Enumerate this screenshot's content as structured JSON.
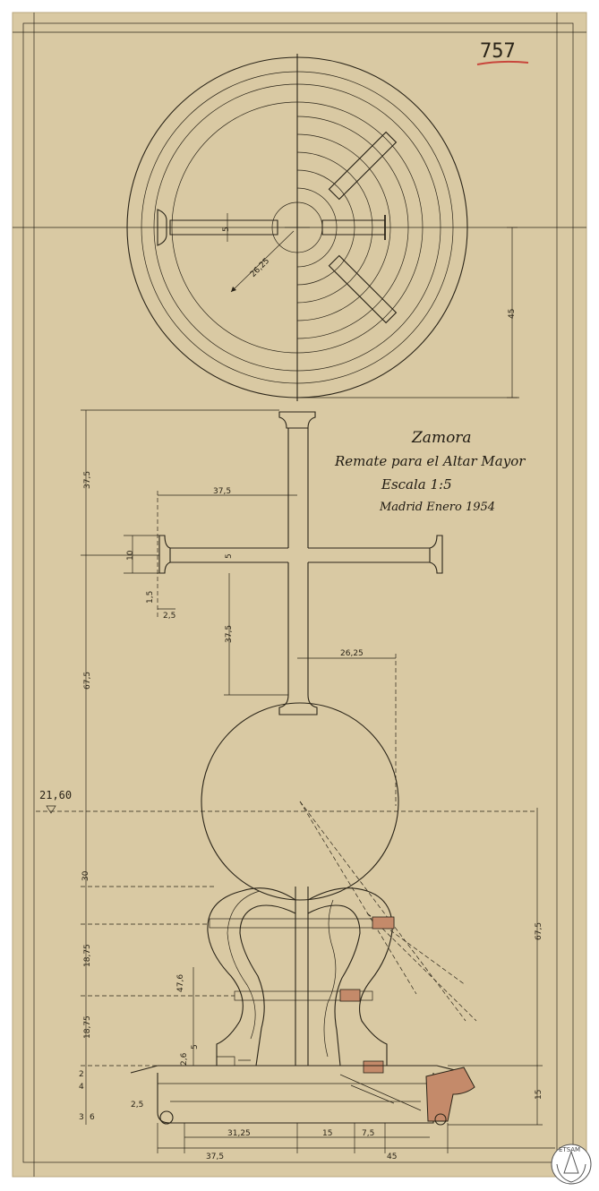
{
  "sheet": {
    "number": "757",
    "title_lines": [
      "Zamora",
      "Remate para el Altar Mayor",
      "Escala 1:5",
      "Madrid Enero 1954"
    ],
    "level_mark": "21,60",
    "stamp_text": "ETSAM"
  },
  "colors": {
    "paper": "#d9c9a3",
    "ink": "#2a2418",
    "accent_red": "#c8463c",
    "wood_fill": "#c48a6a"
  },
  "plan_dims": {
    "radius": "26,25",
    "arm_width": "5",
    "right_height": "45"
  },
  "cross_dims": {
    "upper": "37,5",
    "arm_span": "37,5",
    "arm_width_a": "10",
    "arm_width_b": "5",
    "small_a": "1,5",
    "small_b": "2,5",
    "lower": "37,5",
    "radius": "26,25"
  },
  "elev_dims": {
    "total_left": "67,5",
    "sphere_to_top": "30",
    "seg1": "18,75",
    "seg2": "18,75",
    "base_a": "2",
    "base_b": "4",
    "base_c": "6",
    "base_d": "3",
    "inner_height": "47,6",
    "inner_5": "5",
    "inner_26": "2,6",
    "base_25": "2,5",
    "right_total": "67,5",
    "right_base": "15",
    "bottom_a": "31,25",
    "bottom_b": "15",
    "bottom_c": "7,5",
    "bottom_total_left": "37,5",
    "bottom_total_right": "45"
  }
}
